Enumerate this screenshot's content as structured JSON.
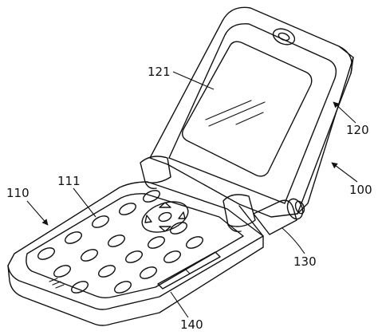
{
  "labels": {
    "device": "100",
    "base": "110",
    "keypad": "111",
    "folder": "120",
    "screen": "121",
    "hinge": "130",
    "side_keys": "140"
  },
  "colors": {
    "ink": "#111111",
    "paper": "#ffffff"
  }
}
